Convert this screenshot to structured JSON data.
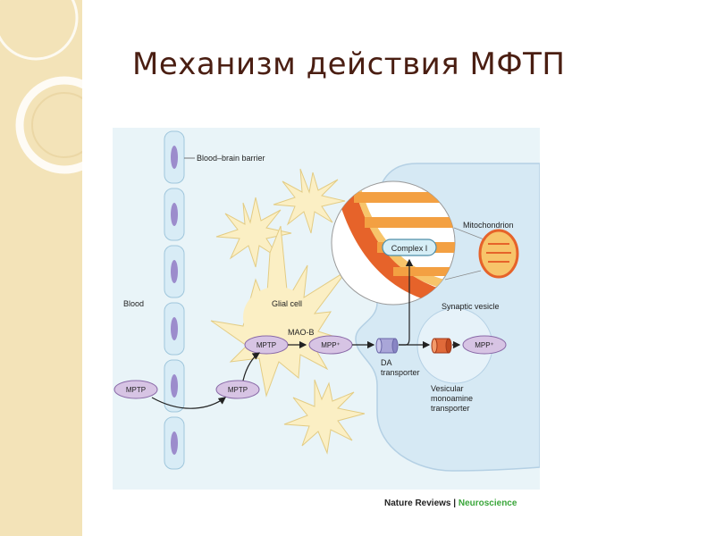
{
  "slide": {
    "title": "Механизм действия МФТП"
  },
  "labels": {
    "bbb": "Blood–brain barrier",
    "blood": "Blood",
    "glial": "Glial cell",
    "mitochondrion": "Mitochondrion",
    "complex": "Complex I",
    "synaptic_vesicle": "Synaptic vesicle",
    "mao": "MAO-B",
    "mptp_blood": "MPTP",
    "mptp_brain": "MPTP",
    "mptp_glia": "MPTP",
    "mpp_glia": "MPP⁺",
    "mpp_vesicle": "MPP⁺",
    "da_line1": "DA",
    "da_line2": "transporter",
    "vmat_line1": "Vesicular",
    "vmat_line2": "monoamine",
    "vmat_line3": "transporter"
  },
  "credit": {
    "journal": "Nature Reviews",
    "separator": " | ",
    "section": "Neuroscience",
    "section_color": "#3aa63a"
  },
  "colors": {
    "title": "#4a1e12",
    "strip": "#f3e3b8",
    "figure_bg": "#e9f4f8",
    "neuron": "#d6e9f4",
    "pill": "#d7c4e4",
    "mito": "#e6632a"
  }
}
